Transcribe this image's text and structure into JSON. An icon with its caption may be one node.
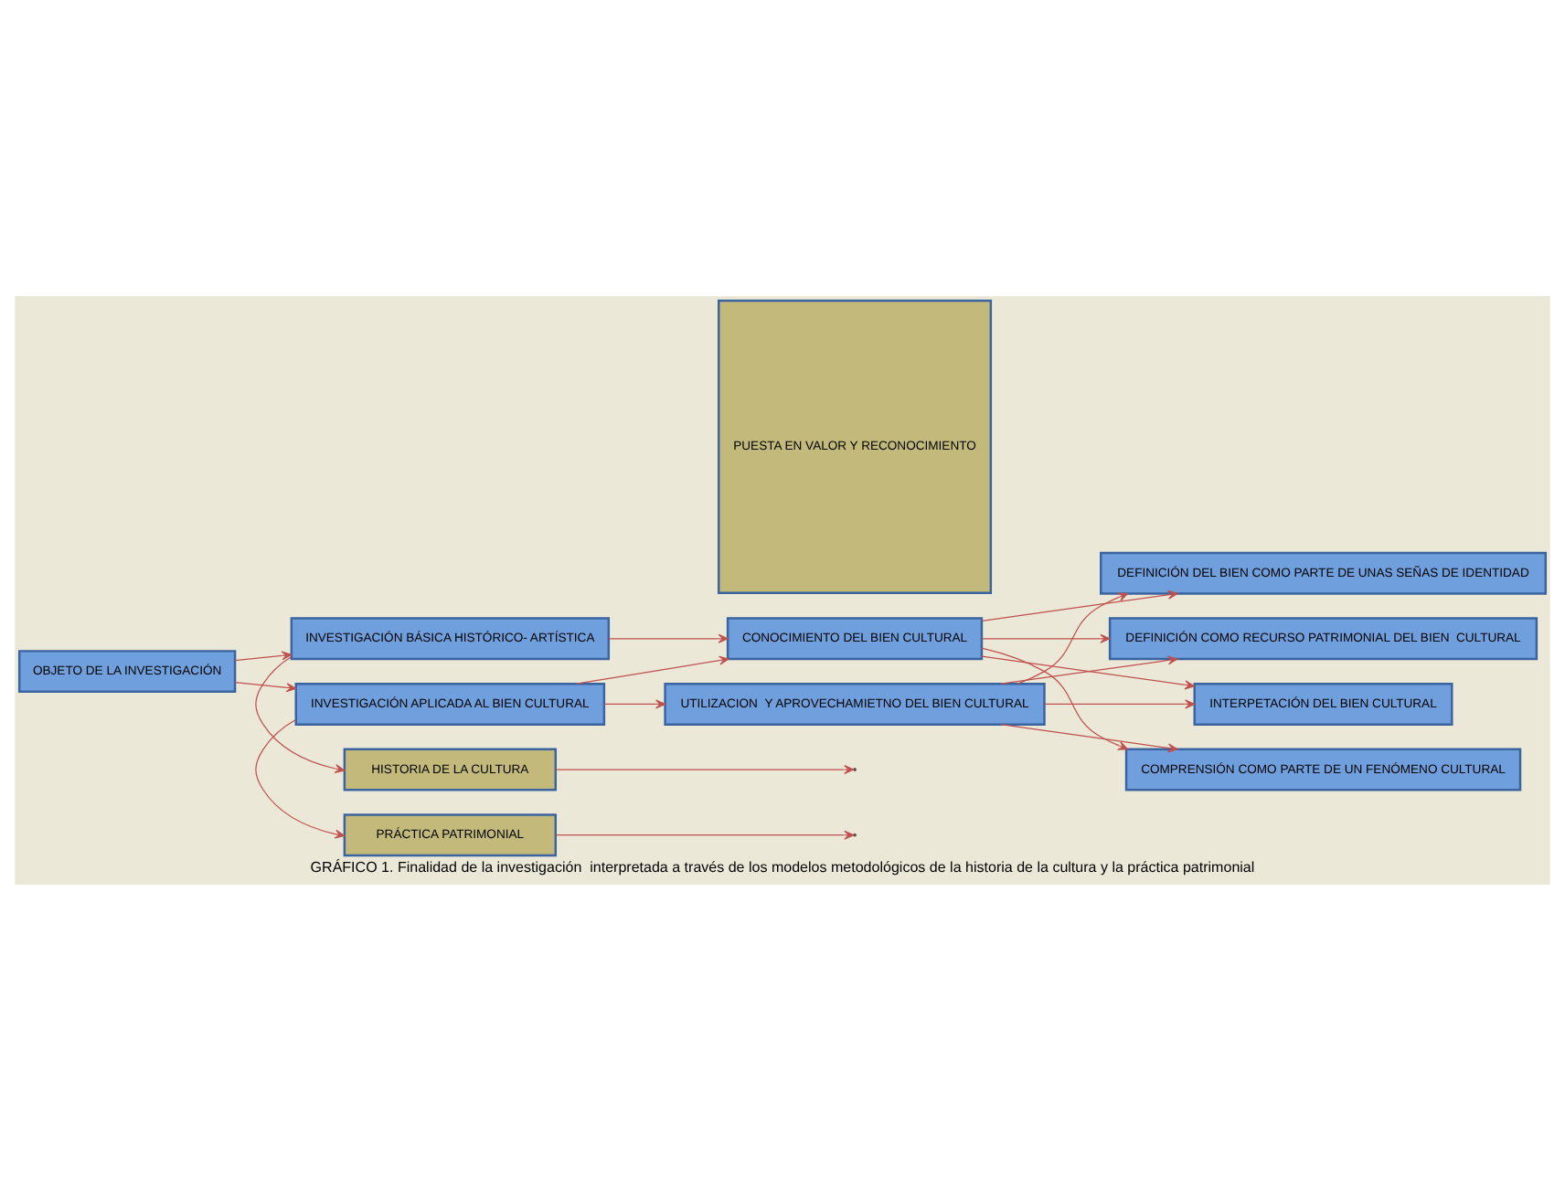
{
  "diagram": {
    "caption": "GRÁFICO 1. Finalidad de la investigación  interpretada a través de los modelos metodológicos de la historia de la cultura y la práctica patrimonial",
    "nodes": [
      {
        "text": [
          "HISTORIA DE LA CULTURA"
        ]
      },
      {
        "text": [
          "CONOCIMIENTO DEL BIEN CULTURAL"
        ]
      },
      {
        "text": [
          "COMPRENSIÓN COMO PARTE DE UN FENÓMENO CULTURAL"
        ]
      },
      {
        "text": [
          "INVESTIGACIÓN BÁSICA HISTÓRICO- ARTÍSTICA"
        ]
      },
      {
        "text": [
          "DEFINICIÓN DEL BIEN COMO PARTE DE UNAS SEÑAS DE IDENTIDAD"
        ]
      },
      {
        "text": [
          "OBJETO DE LA INVESTIGACIÓN"
        ]
      },
      {
        "text": [
          "PUESTA EN VALOR Y RECONOCIMIENTO"
        ]
      },
      {
        "text": [
          "INVESTIGACIÓN APLICADA AL BIEN CULTURAL"
        ]
      },
      {
        "text": [
          "DEFINICIÓN COMO RECURSO PATRIMONIAL DEL BIEN  CULTURAL"
        ]
      },
      {
        "text": [
          "UTILIZACION  Y APROVECHAMIETNO DEL BIEN CULTURAL"
        ]
      },
      {
        "text": [
          "INTERPETACIÓN DEL BIEN CULTURAL"
        ]
      },
      {
        "text": [
          "PRÁCTICA PATRIMONIAL"
        ]
      }
    ],
    "edges": [
      {
        "from": 5,
        "to": 3,
        "arrow": "to"
      },
      {
        "from": 5,
        "to": 7,
        "arrow": "to"
      },
      {
        "from": 3,
        "to": 0,
        "arrow": "to"
      },
      {
        "from": 3,
        "to": 1,
        "arrow": "to"
      },
      {
        "from": 7,
        "to": 1,
        "arrow": "to"
      },
      {
        "from": 7,
        "to": 9,
        "arrow": "to"
      },
      {
        "from": 7,
        "to": 11,
        "arrow": "to"
      },
      {
        "from": 1,
        "to": 2,
        "arrow": "to"
      },
      {
        "from": 1,
        "to": 4,
        "arrow": "to"
      },
      {
        "from": 1,
        "to": 8,
        "arrow": "to"
      },
      {
        "from": 1,
        "to": 10,
        "arrow": "to"
      },
      {
        "from": 9,
        "to": 2,
        "arrow": "to"
      },
      {
        "from": 9,
        "to": 4,
        "arrow": "to"
      },
      {
        "from": 9,
        "to": 8,
        "arrow": "to"
      },
      {
        "from": 9,
        "to": 10,
        "arrow": "to"
      },
      {
        "from": 0,
        "to": null,
        "arrow": "to"
      },
      {
        "from": 11,
        "to": null,
        "arrow": "to"
      }
    ]
  }
}
